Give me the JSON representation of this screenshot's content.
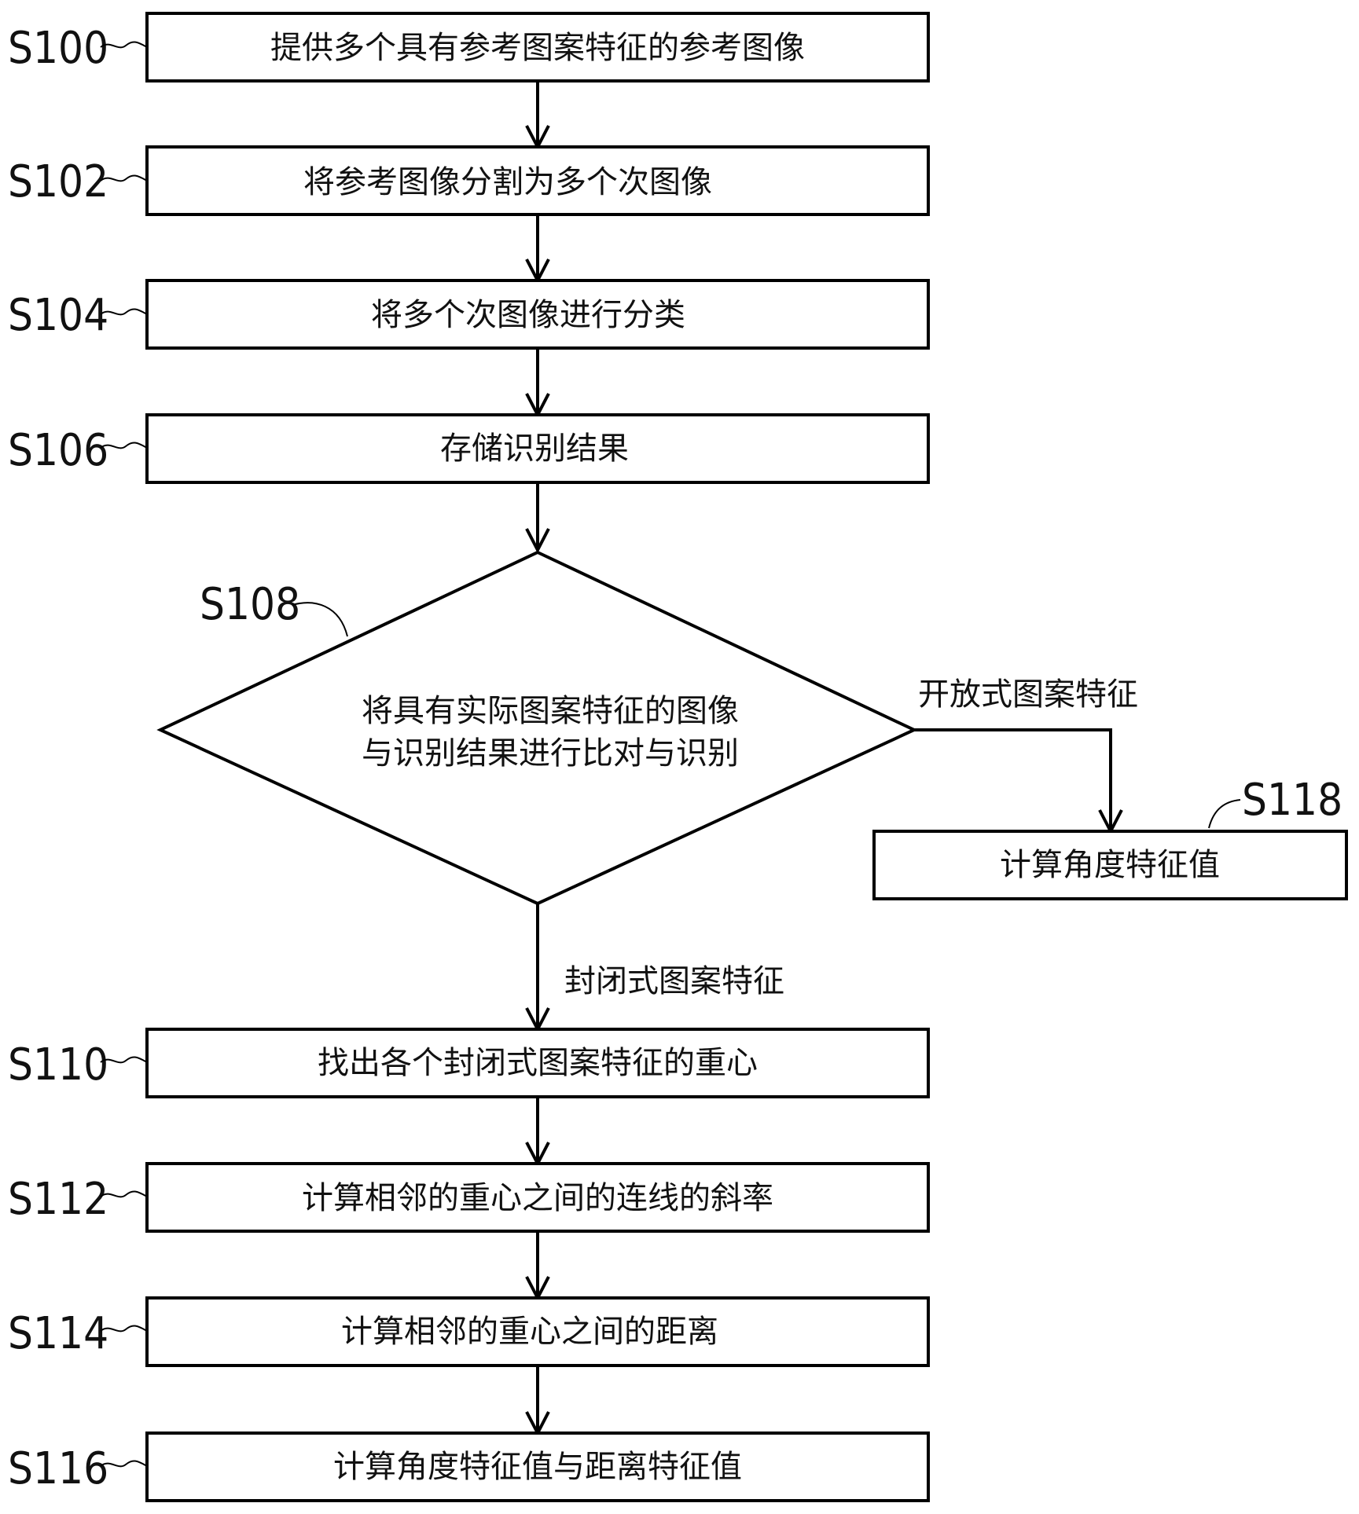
{
  "steps": [
    {
      "id": "S100",
      "text": "提供多个具有参考图案特征的参考图像"
    },
    {
      "id": "S102",
      "text": "将参考图像分割为多个次图像"
    },
    {
      "id": "S104",
      "text": "将多个次图像进行分类"
    },
    {
      "id": "S106",
      "text": "存储识别结果"
    },
    {
      "id": "S110",
      "text": "找出各个封闭式图案特征的重心"
    },
    {
      "id": "S112",
      "text": "计算相邻的重心之间的连线的斜率"
    },
    {
      "id": "S114",
      "text": "计算相邻的重心之间的距离"
    },
    {
      "id": "S116",
      "text": "计算角度特征值与距离特征值"
    },
    {
      "id": "S118",
      "text": "计算角度特征值"
    }
  ],
  "decision": {
    "id": "S108",
    "line1": "将具有实际图案特征的图像",
    "line2": "与识别结果进行比对与识别"
  },
  "edges": {
    "open": "开放式图案特征",
    "closed": "封闭式图案特征"
  }
}
